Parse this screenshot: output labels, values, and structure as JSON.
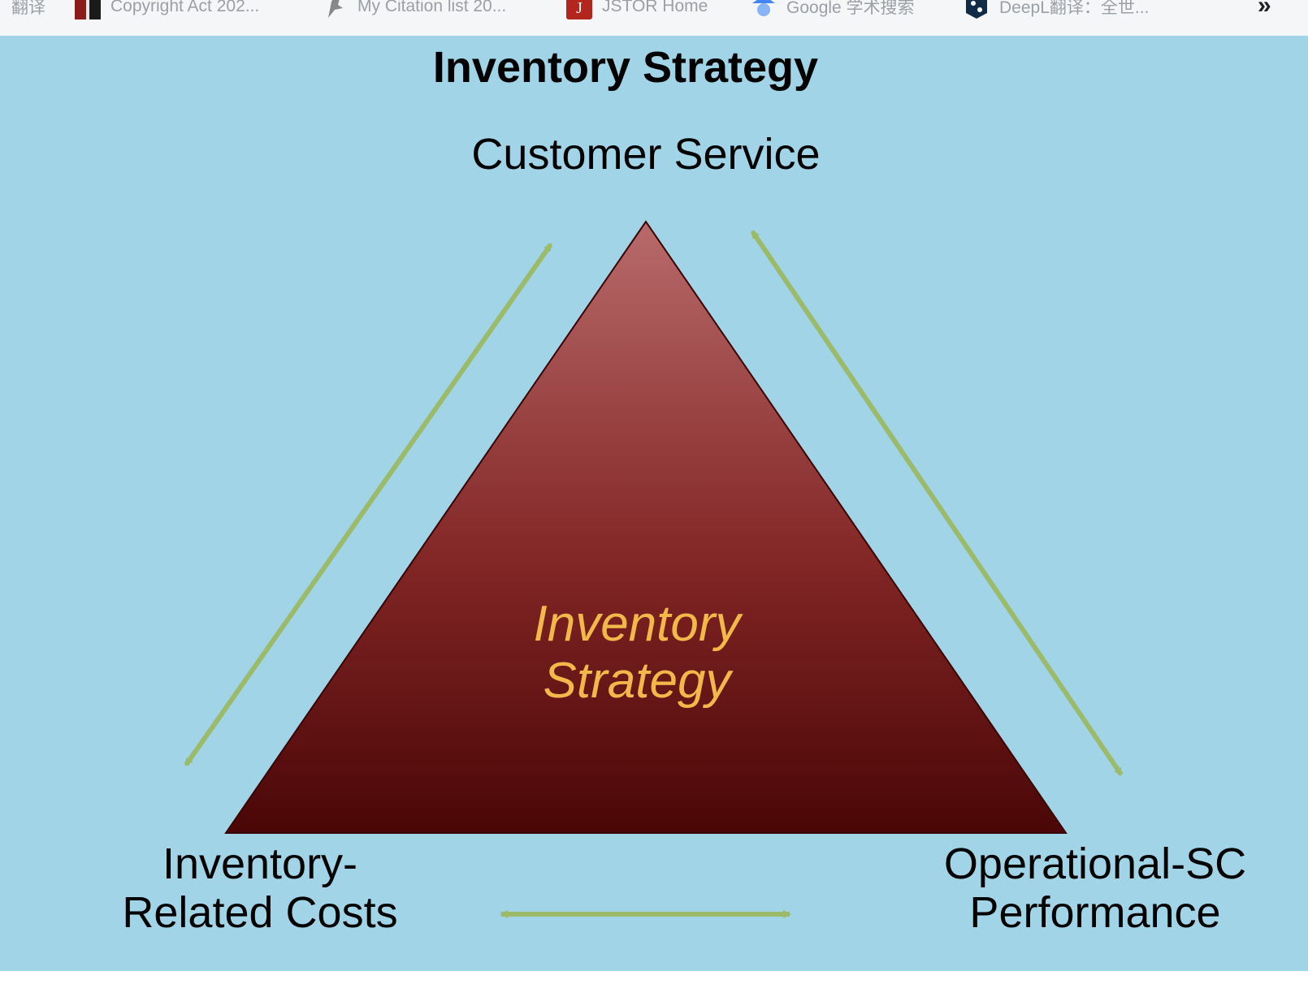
{
  "bookmarks_bar": {
    "items": [
      {
        "label": "翻译",
        "icon": "translate-icon"
      },
      {
        "label": "Copyright Act 202...",
        "icon": "book-icon"
      },
      {
        "label": "My Citation list 20...",
        "icon": "bird-icon"
      },
      {
        "label": "JSTOR Home",
        "icon": "jstor-icon"
      },
      {
        "label": "Google 学术搜索",
        "icon": "scholar-icon"
      },
      {
        "label": "DeepL翻译：全世...",
        "icon": "deepl-icon"
      }
    ],
    "overflow_label": "»"
  },
  "slide": {
    "title": "Inventory Strategy",
    "triangle_label_line1": "Inventory",
    "triangle_label_line2": "Strategy",
    "top_label": "Customer Service",
    "bottom_left_line1": "Inventory-",
    "bottom_left_line2": "Related Costs",
    "bottom_right_line1": "Operational-SC",
    "bottom_right_line2": "Performance"
  },
  "colors": {
    "background": "#a0d4e6",
    "triangle_top": "#b86a6a",
    "triangle_bottom": "#4a0606",
    "arrow": "#9bbb6a",
    "center_text": "#f3b84a"
  }
}
